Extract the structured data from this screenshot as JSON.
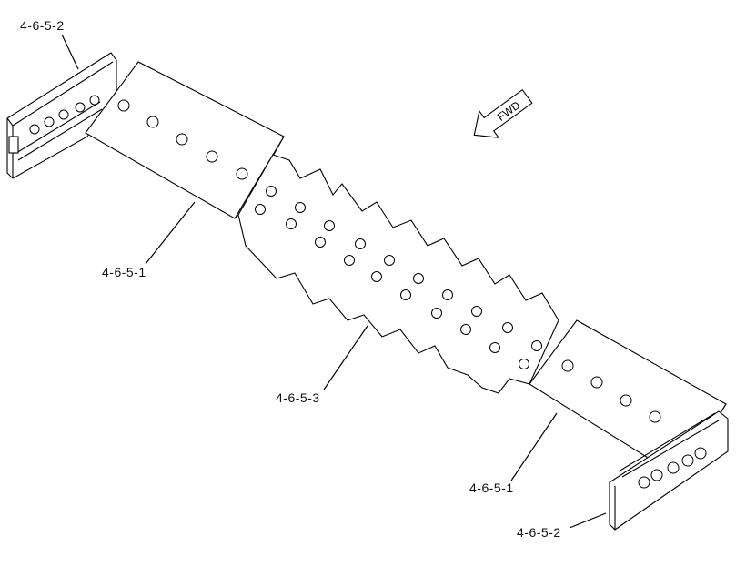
{
  "callouts": {
    "top_left": "4-6-5-2",
    "left_blade": "4-6-5-1",
    "center": "4-6-5-3",
    "right_blade": "4-6-5-1",
    "bottom_right": "4-6-5-2"
  },
  "arrow": {
    "label": "FWD"
  }
}
